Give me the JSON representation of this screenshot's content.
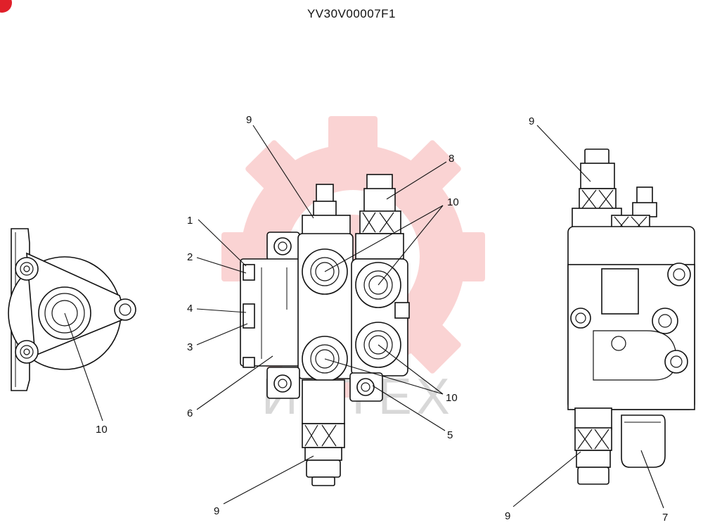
{
  "drawing_code": "YV30V00007F1",
  "watermark_text": "ИНТЕХ",
  "colors": {
    "line": "#111111",
    "watermark": "#f4a0a0",
    "corner_mark": "#e0202a"
  },
  "callouts": {
    "left_10": "10",
    "mid_9_top": "9",
    "mid_8": "8",
    "mid_10_top": "10",
    "mid_1": "1",
    "mid_2": "2",
    "mid_4": "4",
    "mid_3": "3",
    "mid_6": "6",
    "mid_10_bottom": "10",
    "mid_5": "5",
    "mid_9_bottom": "9",
    "right_9_top": "9",
    "right_9_bottom": "9",
    "right_7": "7"
  }
}
